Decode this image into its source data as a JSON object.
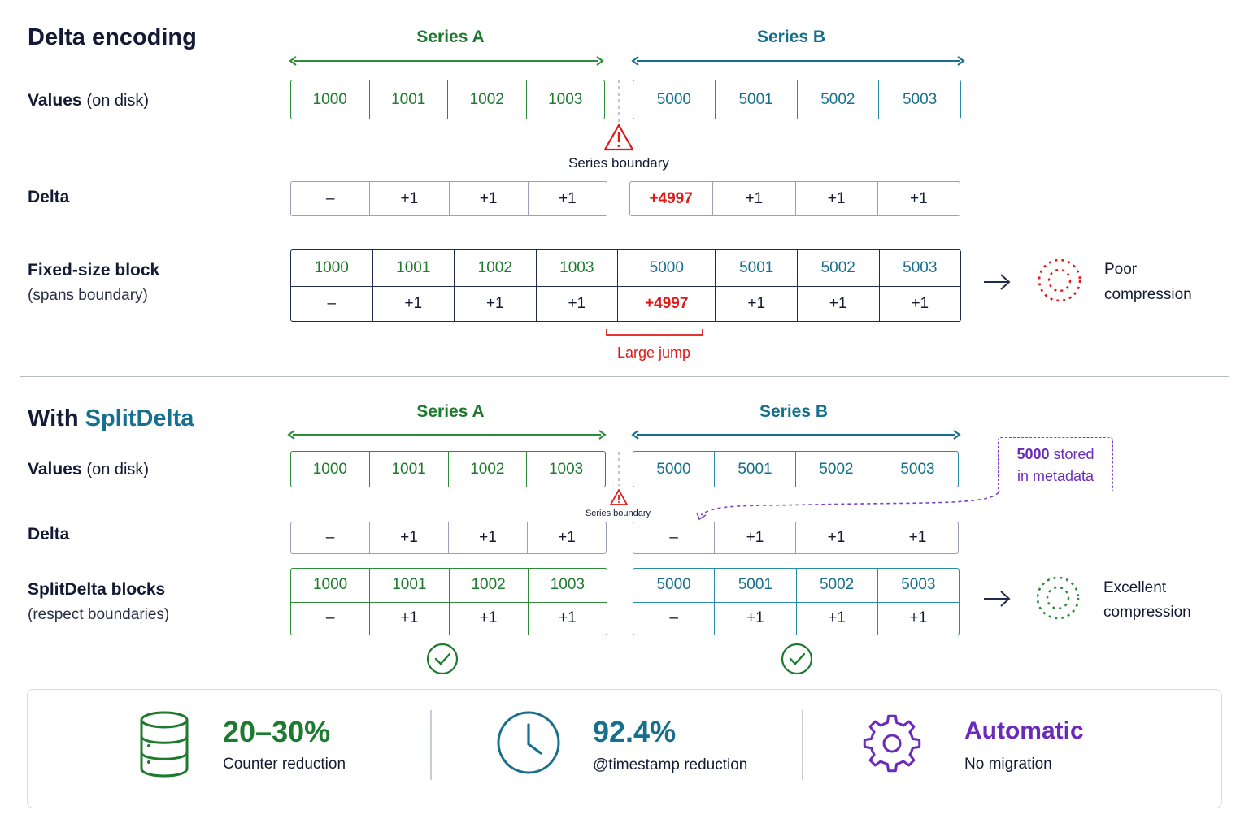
{
  "top": {
    "title": "Delta encoding",
    "series_a_label": "Series A",
    "series_b_label": "Series B",
    "values_label": "Values",
    "values_sub": "(on disk)",
    "values_a": [
      "1000",
      "1001",
      "1002",
      "1003"
    ],
    "values_b": [
      "5000",
      "5001",
      "5002",
      "5003"
    ],
    "boundary_label": "Series boundary",
    "delta_label": "Delta",
    "delta_a": [
      "–",
      "+1",
      "+1",
      "+1"
    ],
    "delta_b": [
      "+4997",
      "+1",
      "+1",
      "+1"
    ],
    "block_label": "Fixed-size block",
    "block_sub": "(spans boundary)",
    "block_values": [
      "1000",
      "1001",
      "1002",
      "1003",
      "5000",
      "5001",
      "5002",
      "5003"
    ],
    "block_deltas": [
      "–",
      "+1",
      "+1",
      "+1",
      "+4997",
      "+1",
      "+1",
      "+1"
    ],
    "jump_label": "Large jump",
    "result_line1": "Poor",
    "result_line2": "compression"
  },
  "bottom": {
    "title_prefix": "With",
    "title_brand": "SplitDelta",
    "series_a_label": "Series A",
    "series_b_label": "Series B",
    "values_label": "Values",
    "values_sub": "(on disk)",
    "values_a": [
      "1000",
      "1001",
      "1002",
      "1003"
    ],
    "values_b": [
      "5000",
      "5001",
      "5002",
      "5003"
    ],
    "boundary_label": "Series boundary",
    "meta_value": "5000",
    "meta_line1_rest": "stored",
    "meta_line2": "in metadata",
    "delta_label": "Delta",
    "delta_a": [
      "–",
      "+1",
      "+1",
      "+1"
    ],
    "delta_b": [
      "–",
      "+1",
      "+1",
      "+1"
    ],
    "blocks_label": "SplitDelta blocks",
    "blocks_sub": "(respect boundaries)",
    "block_a_values": [
      "1000",
      "1001",
      "1002",
      "1003"
    ],
    "block_a_deltas": [
      "–",
      "+1",
      "+1",
      "+1"
    ],
    "block_b_values": [
      "5000",
      "5001",
      "5002",
      "5003"
    ],
    "block_b_deltas": [
      "–",
      "+1",
      "+1",
      "+1"
    ],
    "result_line1": "Excellent",
    "result_line2": "compression"
  },
  "stats": [
    {
      "value": "20–30%",
      "label": "Counter reduction",
      "icon": "database-icon",
      "color": "#1e7a2e"
    },
    {
      "value": "92.4%",
      "label": "@timestamp reduction",
      "icon": "clock-icon",
      "color": "#16708d"
    },
    {
      "value": "Automatic",
      "label": "No migration",
      "icon": "gear-icon",
      "color": "#6a2bbd"
    }
  ],
  "colors": {
    "series_a": "#1e7a2e",
    "series_b": "#16708d",
    "alert": "#e01919",
    "metadata": "#6a2bbd",
    "text": "#141a33"
  }
}
